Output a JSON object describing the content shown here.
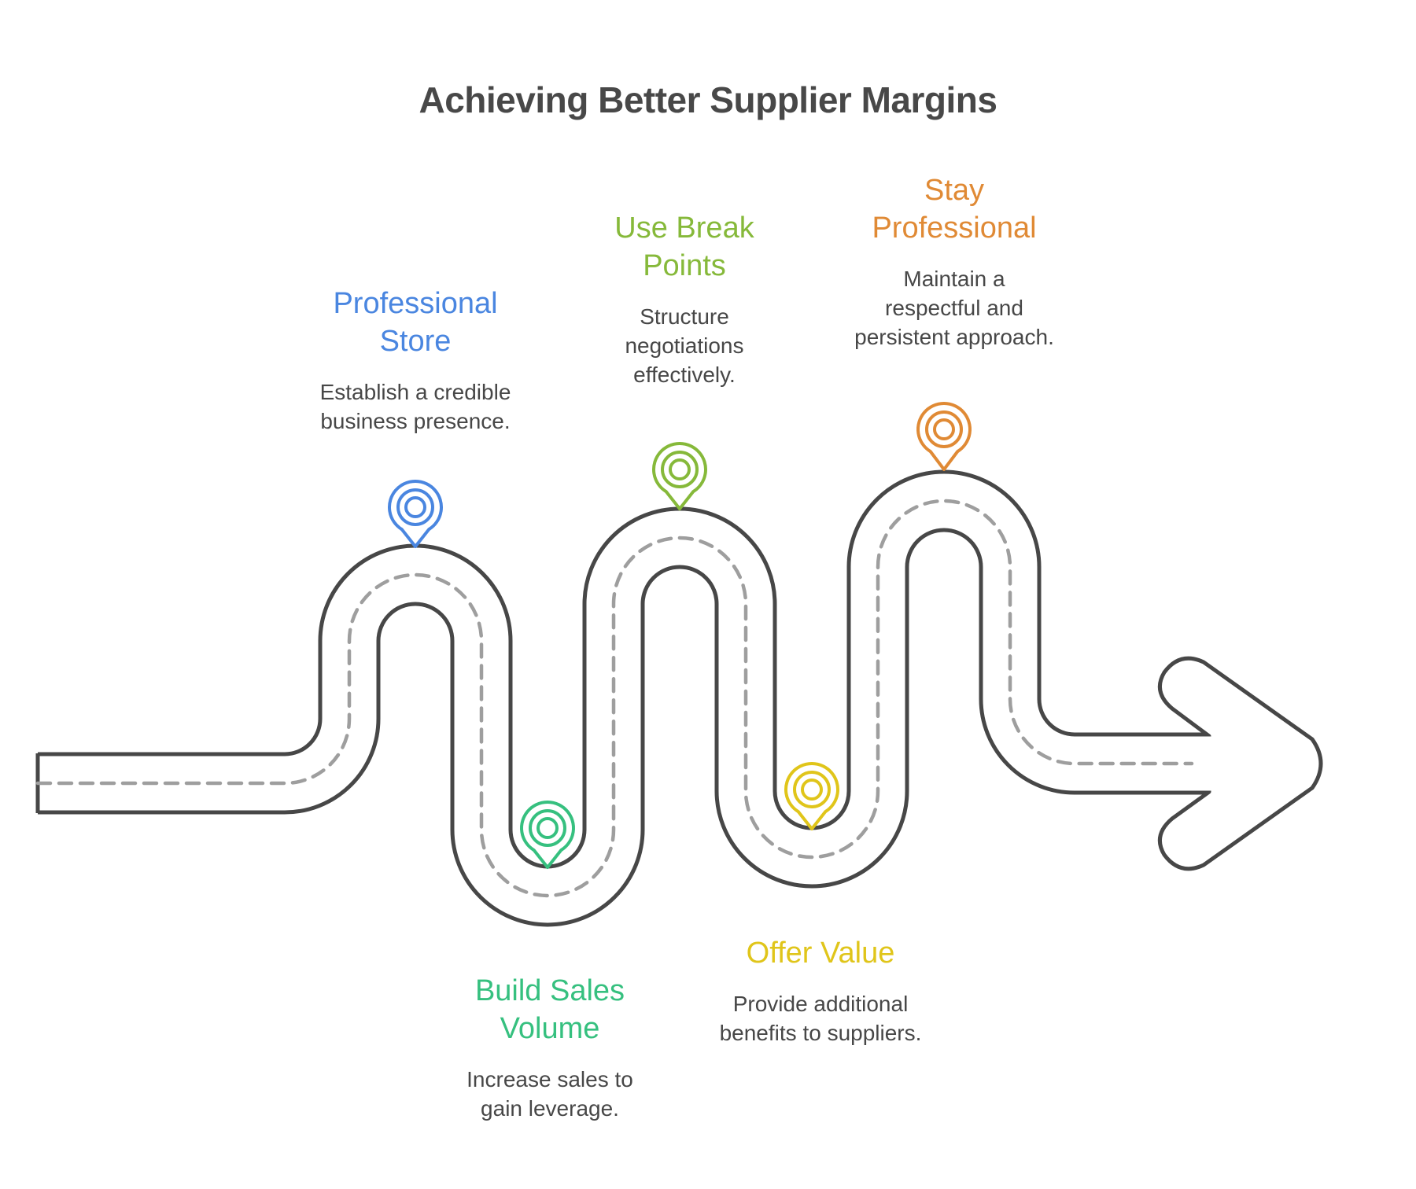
{
  "title": "Achieving Better Supplier Margins",
  "colors": {
    "road_outline": "#474747",
    "road_fill": "#ffffff",
    "lane_dash": "#9e9e9e",
    "text": "#474747"
  },
  "steps": [
    {
      "id": "professional-store",
      "title_lines": [
        "Professional",
        "Store"
      ],
      "desc_lines": [
        "Establish a credible",
        "business presence."
      ],
      "color": "#4a86e0",
      "position": "above"
    },
    {
      "id": "build-sales-volume",
      "title_lines": [
        "Build Sales",
        "Volume"
      ],
      "desc_lines": [
        "Increase sales to",
        "gain leverage."
      ],
      "color": "#36c07f",
      "position": "below"
    },
    {
      "id": "use-break-points",
      "title_lines": [
        "Use Break",
        "Points"
      ],
      "desc_lines": [
        "Structure",
        "negotiations",
        "effectively."
      ],
      "color": "#86b93a",
      "position": "above"
    },
    {
      "id": "offer-value",
      "title_lines": [
        "Offer Value"
      ],
      "desc_lines": [
        "Provide additional",
        "benefits to suppliers."
      ],
      "color": "#e0c51a",
      "position": "below"
    },
    {
      "id": "stay-professional",
      "title_lines": [
        "Stay",
        "Professional"
      ],
      "desc_lines": [
        "Maintain a",
        "respectful and",
        "persistent approach."
      ],
      "color": "#e08a35",
      "position": "above"
    }
  ],
  "icons": {
    "milestone": "map-pin-target-icon",
    "end": "arrow-right-icon"
  }
}
